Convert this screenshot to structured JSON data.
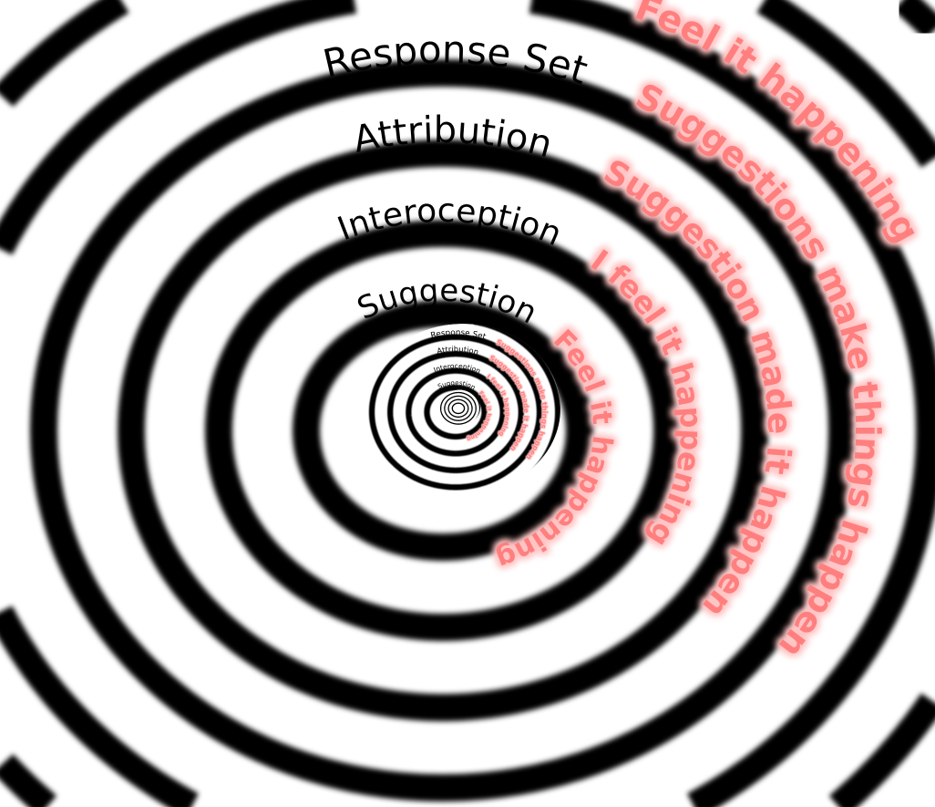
{
  "levels": [
    {
      "label": "Suggestion",
      "effect": "Feel it happening"
    },
    {
      "label": "Interoception",
      "effect": "I feel it happening"
    },
    {
      "label": "Attribution",
      "effect": "Suggestion made it happen"
    },
    {
      "label": "Response Set",
      "effect": "Suggestions make things happen"
    }
  ],
  "outer_effect": "Feel it happening",
  "colors": {
    "rings": "#000000",
    "background": "#ffffff",
    "label_text": "#000000",
    "effect_text": "#ff7f7f",
    "effect_glow": "#ffc4c4"
  }
}
